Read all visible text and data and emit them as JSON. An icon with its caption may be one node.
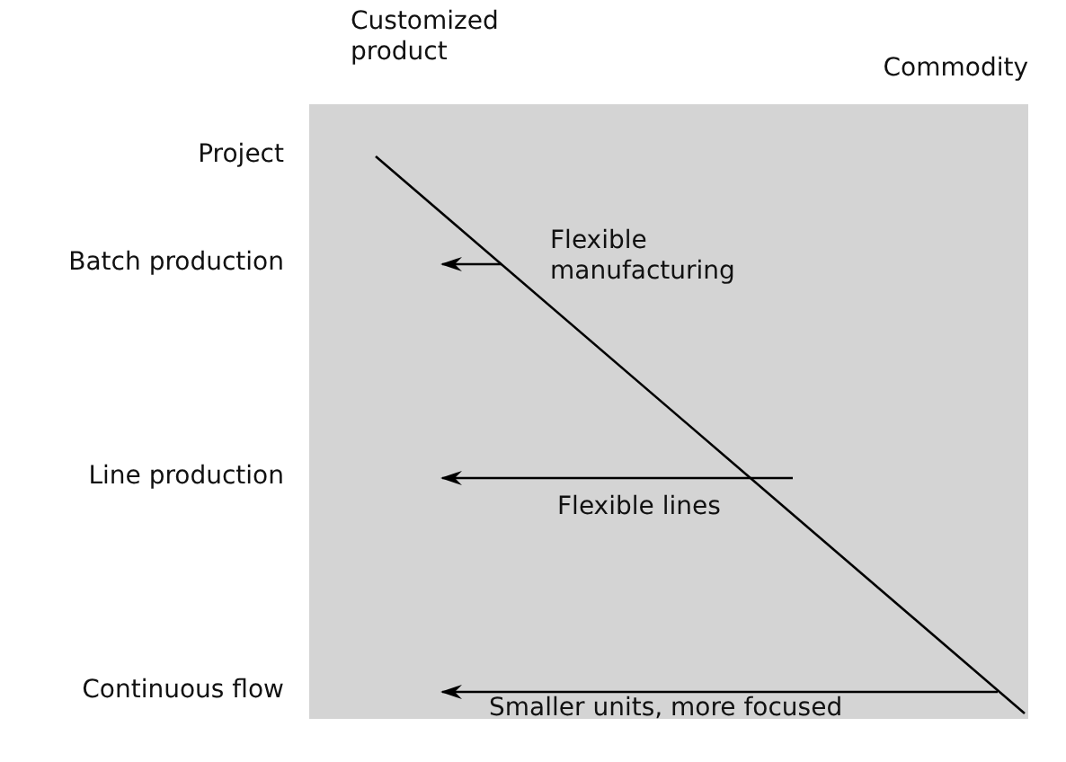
{
  "diagram": {
    "labels": [
      "Customized product",
      "Commodity",
      "Project",
      "Batch production",
      "Line production",
      "Continuous flow",
      "Flexible manufacturing",
      "Flexible lines",
      "Smaller units, more focused"
    ]
  }
}
